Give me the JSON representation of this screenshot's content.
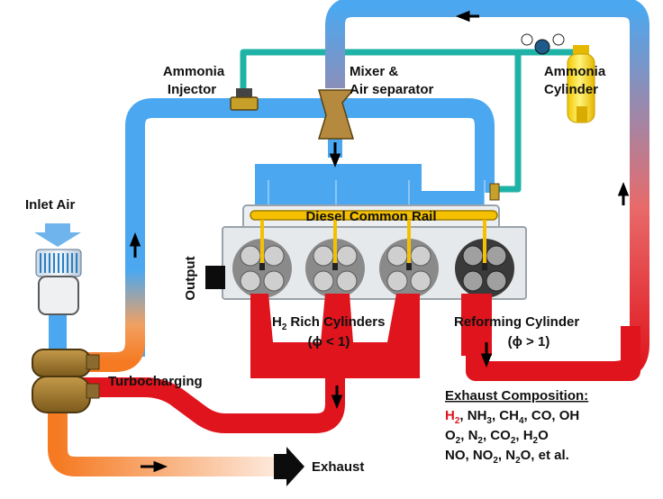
{
  "labels": {
    "ammonia_injector": [
      "Ammonia",
      "Injector"
    ],
    "mixer": [
      "Mixer &",
      "Air separator"
    ],
    "ammonia_cylinder": [
      "Ammonia",
      "Cylinder"
    ],
    "inlet_air": "Inlet Air",
    "diesel_rail": "Diesel Common Rail",
    "output": "Output",
    "h2_rich": "H2 Rich Cylinders",
    "h2_rich_phi": "(ϕ < 1)",
    "reforming": "Reforming Cylinder",
    "reforming_phi": "(ϕ > 1)",
    "turbocharging": "Turbocharging",
    "exhaust": "Exhaust"
  },
  "exhaust_composition": {
    "title": "Exhaust Composition:",
    "line1": "H2, NH3, CH4, CO, OH",
    "line2": "O2, N2, CO2, H2O",
    "line3": "NO, NO2, N2O, et al."
  },
  "colors": {
    "air_blue": "#4ba8f0",
    "exhaust_red": "#e0141c",
    "exhaust_orange": "#f57a22",
    "ammonia_teal": "#1fb2a6",
    "rail_yellow": "#f5c000",
    "cylinder_yellow": "#f7de25",
    "turbo_brown": "#a0782a",
    "h2_red": "#e0141c"
  }
}
